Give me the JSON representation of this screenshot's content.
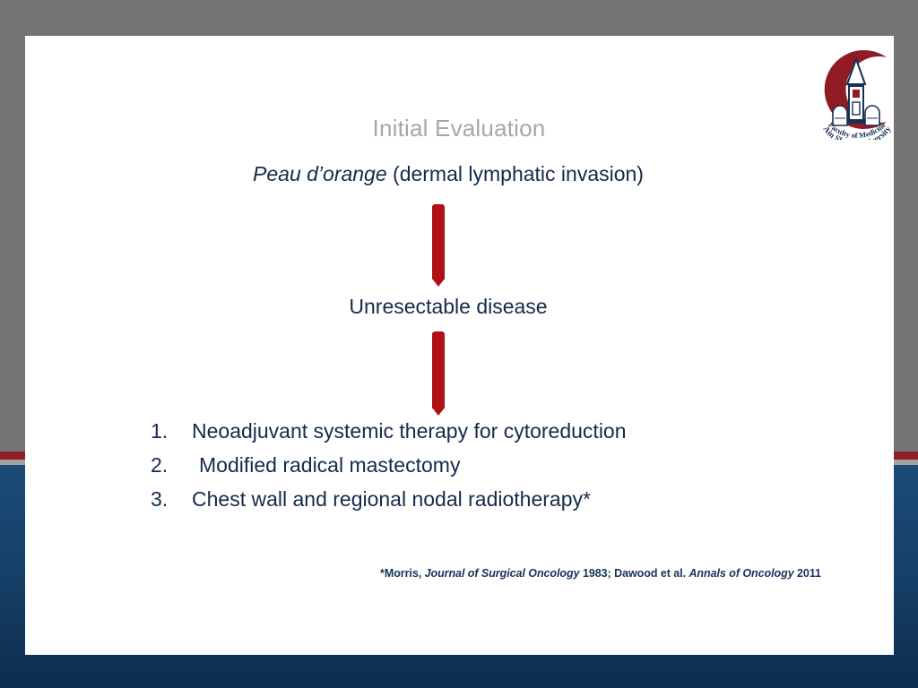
{
  "slide": {
    "title": "Initial Evaluation",
    "finding": {
      "term": "Peau d’orange",
      "detail": " (dermal lymphatic invasion)"
    },
    "assessment": "Unresectable disease",
    "plan": [
      {
        "num": "1.",
        "text": "Neoadjuvant systemic therapy for cytoreduction",
        "indented": false
      },
      {
        "num": "2.",
        "text": "Modified radical mastectomy",
        "indented": true
      },
      {
        "num": "3.",
        "text": "Chest wall and regional nodal radiotherapy*",
        "indented": false
      }
    ],
    "citation": {
      "marker": "*",
      "author1": "Morris, ",
      "journal1": "Journal of Surgical Oncology",
      "year1": " 1983; ",
      "author2": "Dawood et al. ",
      "journal2": "Annals of Oncology",
      "year2": " 2011"
    },
    "logo": {
      "name": "ain-shams-university-logo",
      "line1": "Faculty of Medicine",
      "line2": "Ain Shams University"
    },
    "colors": {
      "text_navy": "#142a4b",
      "title_gray": "#a8a6a6",
      "arrow_red": "#b11116",
      "stripe_red": "#8c2022",
      "background_gray": "#757373",
      "background_navy": "#16416a",
      "panel_white": "#ffffff",
      "citation_navy": "#16335c"
    }
  }
}
